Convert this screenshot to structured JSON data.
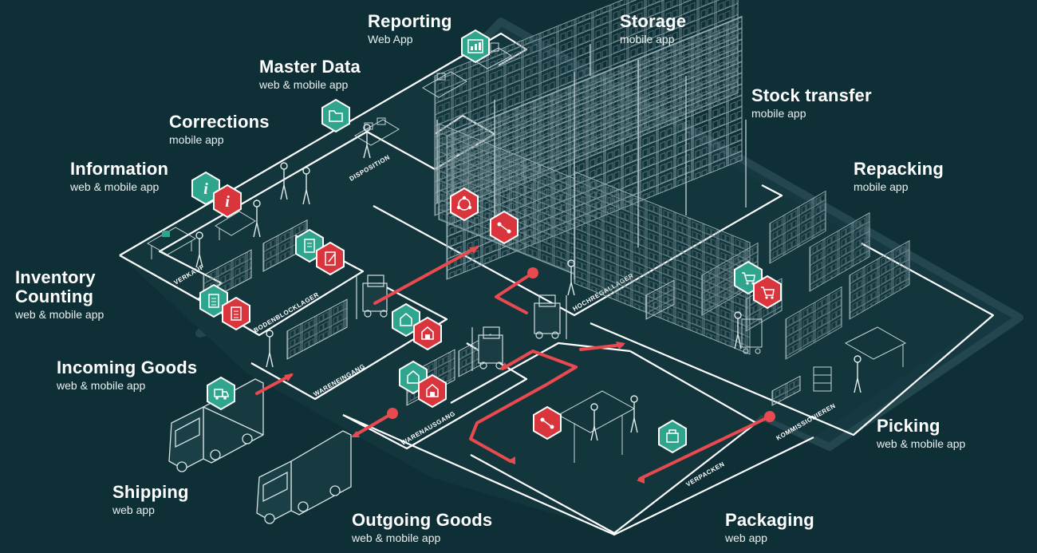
{
  "colors": {
    "background": "#0f2f36",
    "floor": "#15363d",
    "route": "#e94a4f",
    "teal_icon": "#2ea58c",
    "red_icon": "#d8353d",
    "line": "#ffffff"
  },
  "labels": {
    "reporting": {
      "title": "Reporting",
      "subtitle": "Web App"
    },
    "storage": {
      "title": "Storage",
      "subtitle": "mobile app"
    },
    "master_data": {
      "title": "Master Data",
      "subtitle": "web & mobile app"
    },
    "stock_transfer": {
      "title": "Stock transfer",
      "subtitle": "mobile app"
    },
    "corrections": {
      "title": "Corrections",
      "subtitle": "mobile app"
    },
    "information": {
      "title": "Information",
      "subtitle": "web & mobile app"
    },
    "repacking": {
      "title": "Repacking",
      "subtitle": "mobile app"
    },
    "inventory_counting": {
      "title_line1": "Inventory",
      "title_line2": "Counting",
      "subtitle": "web & mobile app"
    },
    "incoming_goods": {
      "title": "Incoming Goods",
      "subtitle": "web & mobile app"
    },
    "picking": {
      "title": "Picking",
      "subtitle": "web & mobile app"
    },
    "shipping": {
      "title": "Shipping",
      "subtitle": "web app"
    },
    "outgoing_goods": {
      "title": "Outgoing Goods",
      "subtitle": "web & mobile app"
    },
    "packaging": {
      "title": "Packaging",
      "subtitle": "web app"
    }
  },
  "zones": {
    "verkauf": "VERKAUF",
    "disposition": "DISPOSITION",
    "bodenblocklager": "BODENBLOCKLAGER",
    "hochregallager": "HOCHREGALLAGER",
    "wareneingang": "WARENEINGANG",
    "warenausgang": "WARENAUSGANG",
    "kommissionieren": "KOMMISSIONIEREN",
    "verpacken": "VERPACKEN"
  },
  "icons": [
    {
      "name": "reporting-icon",
      "color": "teal",
      "glyph": "chart"
    },
    {
      "name": "master-data-icon",
      "color": "teal",
      "glyph": "folder"
    },
    {
      "name": "information-teal-icon",
      "color": "teal",
      "glyph": "info"
    },
    {
      "name": "information-red-icon",
      "color": "red",
      "glyph": "info"
    },
    {
      "name": "storage-icon",
      "color": "red",
      "glyph": "network"
    },
    {
      "name": "stock-transfer-icon",
      "color": "red",
      "glyph": "transfer"
    },
    {
      "name": "corrections-teal-icon",
      "color": "teal",
      "glyph": "doc-edit"
    },
    {
      "name": "corrections-red-icon",
      "color": "red",
      "glyph": "doc-edit"
    },
    {
      "name": "inventory-teal-icon",
      "color": "teal",
      "glyph": "list"
    },
    {
      "name": "inventory-red-icon",
      "color": "red",
      "glyph": "list"
    },
    {
      "name": "incoming-teal-icon",
      "color": "teal",
      "glyph": "box-in"
    },
    {
      "name": "incoming-red-icon",
      "color": "red",
      "glyph": "box-in"
    },
    {
      "name": "incoming-truck-icon",
      "color": "teal",
      "glyph": "truck"
    },
    {
      "name": "outgoing-teal-icon",
      "color": "teal",
      "glyph": "box-out"
    },
    {
      "name": "outgoing-red-icon",
      "color": "red",
      "glyph": "box-out"
    },
    {
      "name": "repacking-teal-icon",
      "color": "teal",
      "glyph": "cart"
    },
    {
      "name": "repacking-red-icon",
      "color": "red",
      "glyph": "cart"
    },
    {
      "name": "packaging-red-icon",
      "color": "red",
      "glyph": "transfer"
    },
    {
      "name": "packaging-teal-icon",
      "color": "teal",
      "glyph": "package"
    }
  ]
}
